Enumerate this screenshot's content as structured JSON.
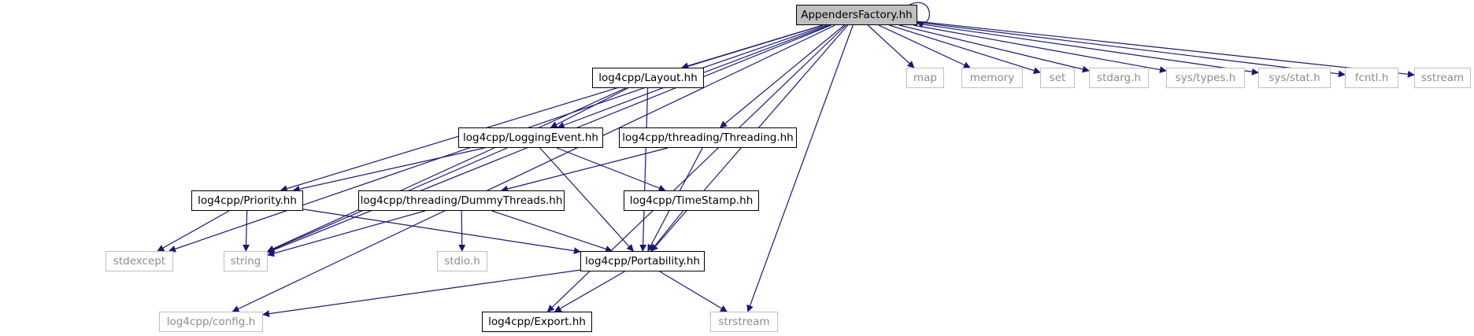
{
  "diagram": {
    "nodes": {
      "appenders_factory": {
        "label": "AppendersFactory.hh",
        "kind": "root"
      },
      "layout": {
        "label": "log4cpp/Layout.hh",
        "kind": "local"
      },
      "logging_event": {
        "label": "log4cpp/LoggingEvent.hh",
        "kind": "local"
      },
      "threading": {
        "label": "log4cpp/threading/Threading.hh",
        "kind": "local"
      },
      "priority": {
        "label": "log4cpp/Priority.hh",
        "kind": "local"
      },
      "dummy_threads": {
        "label": "log4cpp/threading/DummyThreads.hh",
        "kind": "local"
      },
      "timestamp": {
        "label": "log4cpp/TimeStamp.hh",
        "kind": "local"
      },
      "portability": {
        "label": "log4cpp/Portability.hh",
        "kind": "local"
      },
      "export": {
        "label": "log4cpp/Export.hh",
        "kind": "local"
      },
      "config": {
        "label": "log4cpp/config.h",
        "kind": "system"
      },
      "stdexcept": {
        "label": "stdexcept",
        "kind": "system"
      },
      "string": {
        "label": "string",
        "kind": "system"
      },
      "stdio": {
        "label": "stdio.h",
        "kind": "system"
      },
      "strstream": {
        "label": "strstream",
        "kind": "system"
      },
      "map": {
        "label": "map",
        "kind": "system"
      },
      "memory": {
        "label": "memory",
        "kind": "system"
      },
      "set": {
        "label": "set",
        "kind": "system"
      },
      "stdarg": {
        "label": "stdarg.h",
        "kind": "system"
      },
      "sys_types": {
        "label": "sys/types.h",
        "kind": "system"
      },
      "sys_stat": {
        "label": "sys/stat.h",
        "kind": "system"
      },
      "fcntl": {
        "label": "fcntl.h",
        "kind": "system"
      },
      "sstream": {
        "label": "sstream",
        "kind": "system"
      }
    },
    "edges": [
      [
        "appenders_factory",
        "appenders_factory"
      ],
      [
        "appenders_factory",
        "layout"
      ],
      [
        "appenders_factory",
        "logging_event"
      ],
      [
        "appenders_factory",
        "threading"
      ],
      [
        "appenders_factory",
        "priority"
      ],
      [
        "appenders_factory",
        "portability"
      ],
      [
        "appenders_factory",
        "export"
      ],
      [
        "appenders_factory",
        "config"
      ],
      [
        "appenders_factory",
        "stdexcept"
      ],
      [
        "appenders_factory",
        "string"
      ],
      [
        "appenders_factory",
        "strstream"
      ],
      [
        "appenders_factory",
        "map"
      ],
      [
        "appenders_factory",
        "memory"
      ],
      [
        "appenders_factory",
        "set"
      ],
      [
        "appenders_factory",
        "stdarg"
      ],
      [
        "appenders_factory",
        "sys_types"
      ],
      [
        "appenders_factory",
        "sys_stat"
      ],
      [
        "appenders_factory",
        "fcntl"
      ],
      [
        "appenders_factory",
        "sstream"
      ],
      [
        "layout",
        "logging_event"
      ],
      [
        "layout",
        "string"
      ],
      [
        "layout",
        "portability"
      ],
      [
        "logging_event",
        "priority"
      ],
      [
        "logging_event",
        "timestamp"
      ],
      [
        "logging_event",
        "string"
      ],
      [
        "logging_event",
        "portability"
      ],
      [
        "threading",
        "dummy_threads"
      ],
      [
        "threading",
        "portability"
      ],
      [
        "priority",
        "stdexcept"
      ],
      [
        "priority",
        "string"
      ],
      [
        "priority",
        "portability"
      ],
      [
        "dummy_threads",
        "string"
      ],
      [
        "dummy_threads",
        "stdio"
      ],
      [
        "dummy_threads",
        "portability"
      ],
      [
        "timestamp",
        "portability"
      ],
      [
        "portability",
        "config"
      ],
      [
        "portability",
        "export"
      ],
      [
        "portability",
        "strstream"
      ]
    ],
    "colors": {
      "edge": "#191970",
      "root_fill": "#bfbfbf",
      "local_border": "#000000",
      "system_border": "#bfbfbf",
      "system_text": "#8c8c8c"
    }
  }
}
